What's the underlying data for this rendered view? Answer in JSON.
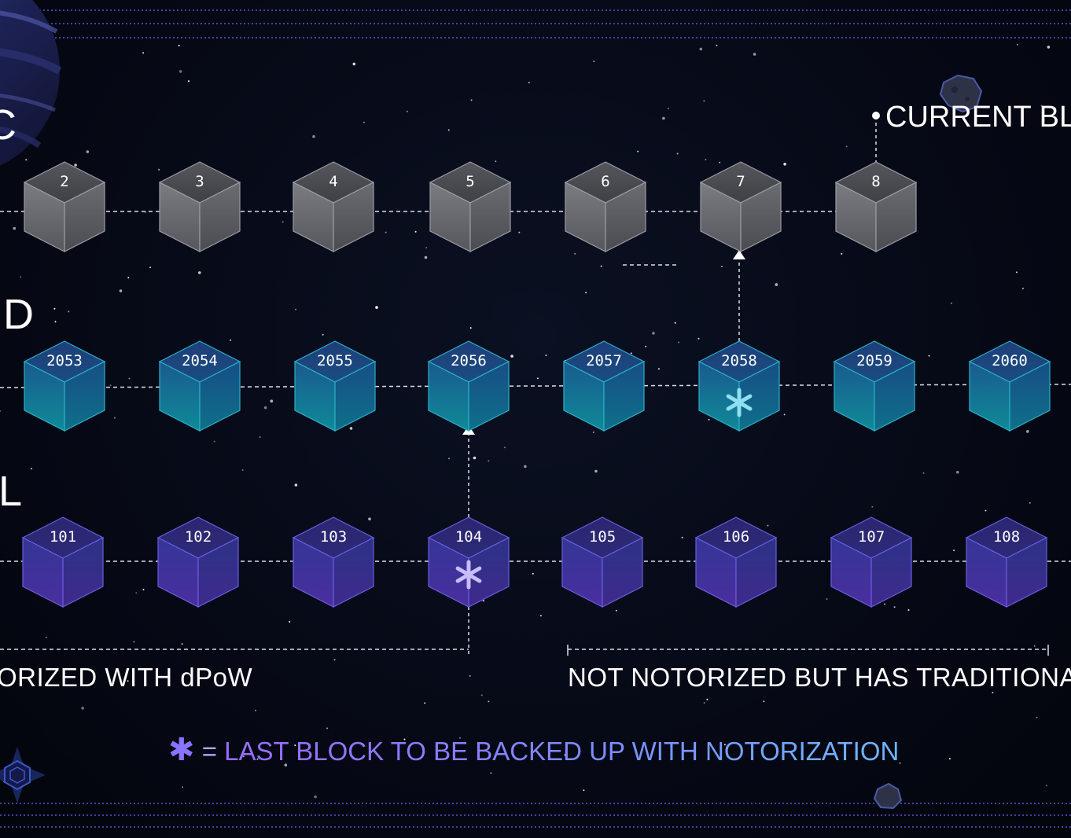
{
  "labels": {
    "top_chain": "C",
    "mid_chain": "D",
    "bottom_chain": "L",
    "current_block": "CURRENT BL",
    "notarized": "ORIZED WITH dPoW",
    "not_notarized": "NOT NOTORIZED BUT HAS TRADITIONAL I",
    "legend_equals": "=",
    "legend_text": "LAST BLOCK TO BE BACKED UP WITH NOTORIZATION"
  },
  "chains": {
    "top": [
      "2",
      "3",
      "4",
      "5",
      "6",
      "7",
      "8"
    ],
    "mid": [
      "2053",
      "2054",
      "2055",
      "2056",
      "2057",
      "2058",
      "2059",
      "2060"
    ],
    "bottom": [
      "101",
      "102",
      "103",
      "104",
      "105",
      "106",
      "107",
      "108"
    ]
  },
  "markers": {
    "mid_starred": "2058",
    "bottom_starred": "104"
  },
  "colors": {
    "top_cube": "#5e6066",
    "mid_cube": "#16708a",
    "bottom_cube": "#3b2f8e",
    "accent_purple": "#8a73ff",
    "accent_blue": "#6fb6ff",
    "dashed_line": "#d9dcea"
  },
  "icons": [
    "planet-icon",
    "asteroid-icon",
    "star-badge-icon",
    "asterisk-icon",
    "arrow-up-icon"
  ]
}
